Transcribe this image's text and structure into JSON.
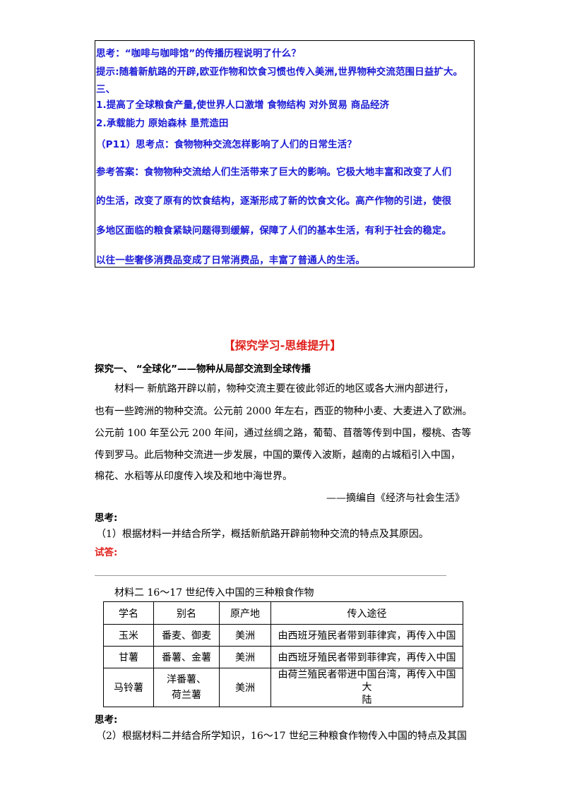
{
  "answer_box": {
    "lines": [
      "思考：“咖啡与咖啡馆”的传播历程说明了什么？",
      "提示:随着新航路的开辟,欧亚作物和饮食习惯也传入美洲,世界物种交流范围日益扩大。",
      "三、",
      "1.提高了全球粮食产量,使世界人口激增  食物结构  对外贸易  商品经济",
      "2.承载能力  原始森林   垦荒造田",
      "（P11）思考点：食物物种交流怎样影响了人们的日常生活？",
      "参考答案：食物物种交流给人们生活带来了巨大的影响。它极大地丰富和改变了人们",
      "的生活，改变了原有的饮食结构，逐渐形成了新的饮食文化。高产作物的引进，使很",
      "多地区面临的粮食紧缺问题得到缓解，保障了人们的基本生活，有利于社会的稳定。",
      "以往一些奢侈消费品变成了日常消费品，丰富了普通人的生活。"
    ]
  },
  "section_title": "【探究学习-思维提升】",
  "inquiry1": {
    "heading": "探究一、    “全球化”——物种从局部交流到全球传播",
    "material1": [
      "材料一   新航路开辟以前，物种交流主要在彼此邻近的地区或各大洲内部进行，",
      "也有一些跨洲的物种交流。公元前 2000 年左右，西亚的物种小麦、大麦进入了欧洲。",
      "公元前 100 年至公元 200 年间，通过丝绸之路，葡萄、苜蓿等传到中国，樱桃、杏等",
      "传到罗马。此后物种交流进一步发展，中国的粟传入波斯，越南的占城稻引入中国，",
      "棉花、水稻等从印度传入埃及和地中海世界。"
    ],
    "source": "——摘编自《经济与社会生活》",
    "think_label": "思考:",
    "question1": "（1）根据材料一并结合所学，概括新航路开辟前物种交流的特点及其原因。",
    "answer_label": "试答:"
  },
  "material2": {
    "caption": "材料二   16～17 世纪传入中国的三种粮食作物",
    "headers": [
      "学名",
      "别名",
      "原产地",
      "传入途径"
    ],
    "rows": [
      [
        "玉米",
        "番麦、御麦",
        "美洲",
        "由西班牙殖民者带到菲律宾，再传入中国"
      ],
      [
        "甘薯",
        "番薯、金薯",
        "美洲",
        "由西班牙殖民者带到菲律宾，再传入中国"
      ],
      [
        "马铃薯",
        "洋番薯、\n荷兰薯",
        "美洲",
        "由荷兰殖民者带进中国台湾，再传入中国大\n陆"
      ]
    ],
    "think_label": "思考:",
    "question2": "（2）根据材料二并结合所学知识，16～17 世纪三种粮食作物传入中国的特点及其国"
  }
}
